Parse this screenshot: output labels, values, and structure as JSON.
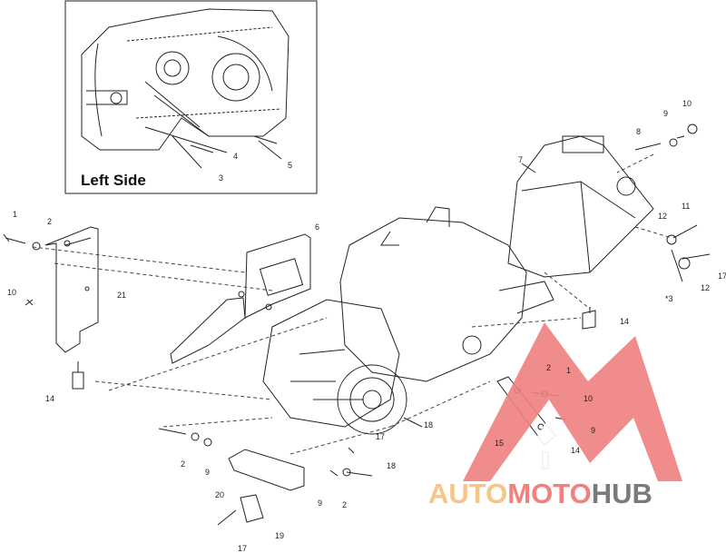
{
  "inset": {
    "title": "Left Side",
    "callouts": [
      "3",
      "4",
      "5"
    ]
  },
  "callouts": [
    "1",
    "2",
    "10",
    "21",
    "14",
    "6",
    "7",
    "8",
    "9",
    "10",
    "11",
    "12",
    "17",
    "12",
    "*3",
    "14",
    "18",
    "2",
    "1",
    "10",
    "9",
    "15",
    "14",
    "17",
    "2",
    "9",
    "18",
    "20",
    "9",
    "2",
    "19",
    "17"
  ],
  "watermark": {
    "part1": "AUTO",
    "part2": "MOTO",
    "part3": "HUB",
    "colors": {
      "auto": "#f5c58a",
      "moto": "#f47f7f",
      "hub": "#7a7a7a",
      "triangle": "#f08080"
    }
  }
}
